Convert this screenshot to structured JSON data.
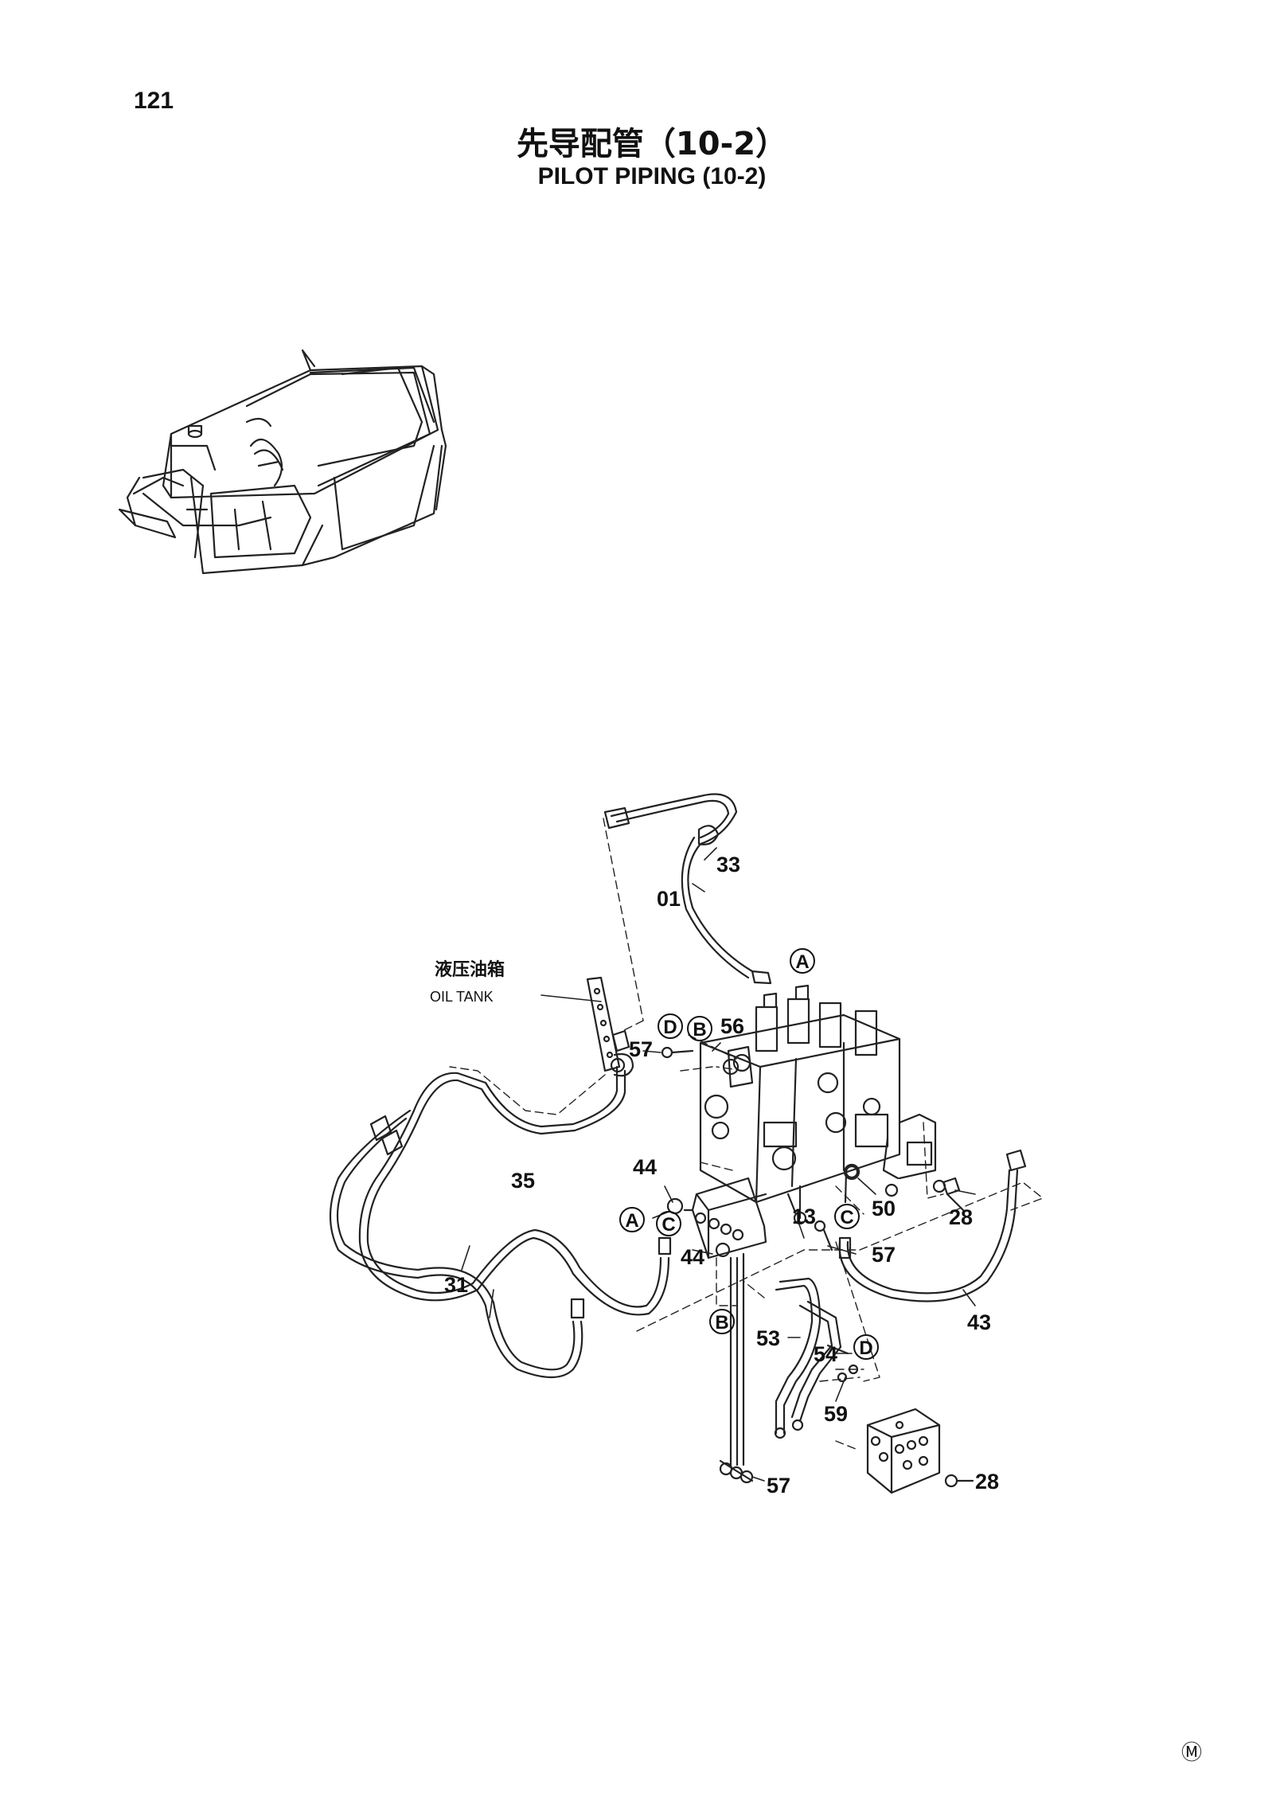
{
  "page": {
    "number": "121",
    "title_cn": "先导配管（10-2）",
    "title_en": "PILOT  PIPING (10-2)",
    "corner_mark": "Ⓜ"
  },
  "oil_tank": {
    "label_cn": "液压油箱",
    "label_en": "OIL  TANK"
  },
  "part_labels": [
    "33",
    "01",
    "56",
    "57",
    "44",
    "35",
    "31",
    "44",
    "13",
    "50",
    "28",
    "57",
    "43",
    "53",
    "54",
    "59",
    "57",
    "28"
  ],
  "connection_markers": [
    "A",
    "D",
    "B",
    "A",
    "C",
    "C",
    "B",
    "D"
  ]
}
